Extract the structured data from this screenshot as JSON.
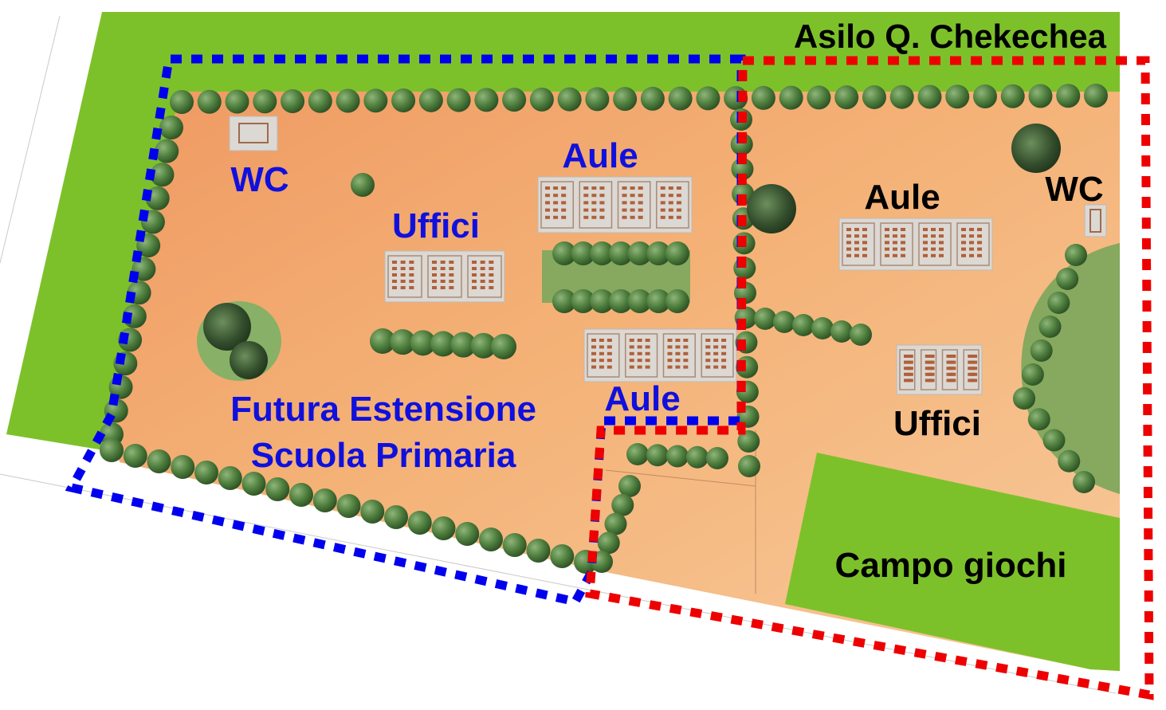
{
  "labels": {
    "kindergarten_name": "Asilo Q. Chekechea",
    "left_wc": "WC",
    "left_offices": "Uffici",
    "left_classrooms_top": "Aule",
    "left_classrooms_bottom": "Aule",
    "future_extension_line1": "Futura Estensione",
    "future_extension_line2": "Scuola Primaria",
    "right_classrooms": "Aule",
    "right_wc": "WC",
    "right_offices": "Uffici",
    "playground": "Campo giochi"
  },
  "colors": {
    "future_extension_outline": "#0000ee",
    "kindergarten_outline": "#ee0000",
    "left_label_text": "#1010dd",
    "right_label_text": "#000000",
    "lawn": "#7dc12a",
    "site_ground": "#f2b07a",
    "building": "#d9d6d2",
    "classroom_desks": "#b0603a",
    "hedge": "#3f6e2f"
  },
  "icons": [
    "tree-icon",
    "building-icon"
  ]
}
